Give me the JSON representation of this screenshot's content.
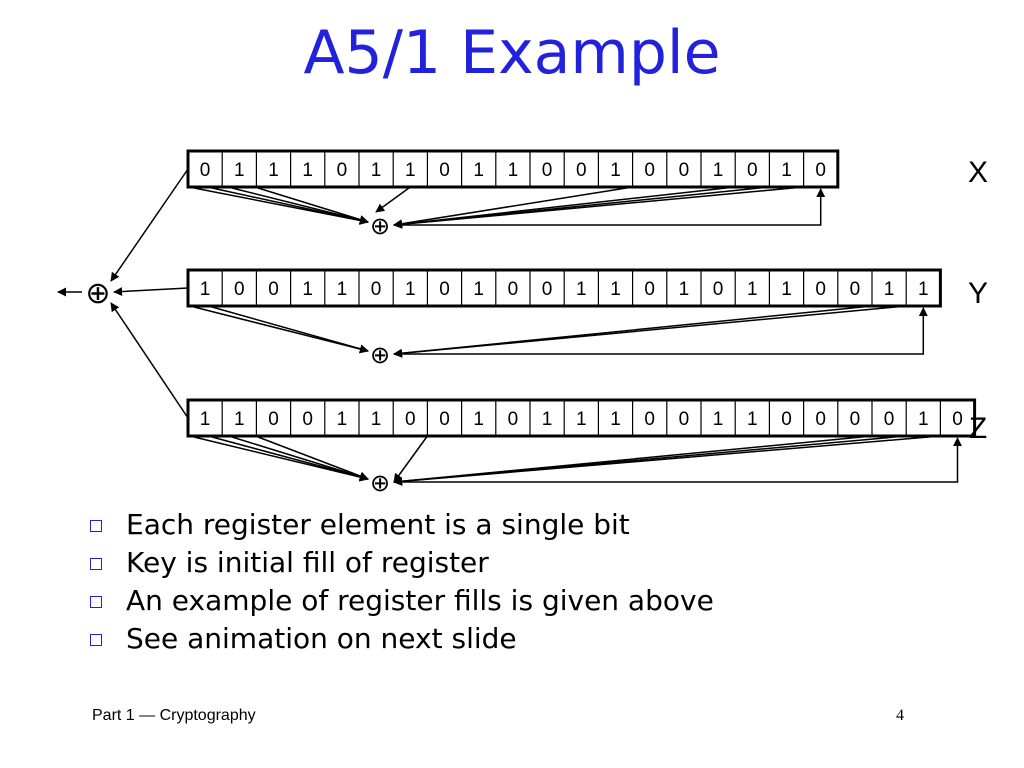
{
  "title": "A5/1 Example",
  "registers": [
    {
      "name": "X",
      "bits": [
        "0",
        "1",
        "1",
        "1",
        "0",
        "1",
        "1",
        "0",
        "1",
        "1",
        "0",
        "0",
        "1",
        "0",
        "0",
        "1",
        "0",
        "1",
        "0"
      ],
      "taps": [
        13,
        16,
        17,
        18
      ],
      "clock_bit": 8
    },
    {
      "name": "Y",
      "bits": [
        "1",
        "0",
        "0",
        "1",
        "1",
        "0",
        "1",
        "0",
        "1",
        "0",
        "0",
        "1",
        "1",
        "0",
        "1",
        "0",
        "1",
        "1",
        "0",
        "0",
        "1",
        "1"
      ],
      "taps": [
        20,
        21
      ],
      "clock_bit": 10
    },
    {
      "name": "Z",
      "bits": [
        "1",
        "1",
        "0",
        "0",
        "1",
        "1",
        "0",
        "0",
        "1",
        "0",
        "1",
        "1",
        "1",
        "0",
        "0",
        "1",
        "1",
        "0",
        "0",
        "0",
        "0",
        "1",
        "0"
      ],
      "taps": [
        7,
        20,
        21,
        22
      ],
      "clock_bit": 10
    }
  ],
  "xor_symbol": "⊕",
  "bullets": [
    "Each register element is a single bit",
    "Key is initial fill of register",
    "An example of register fills is given above",
    "See animation on next slide"
  ],
  "footer": {
    "left": "Part 1 ⎯⎯ Cryptography",
    "page": "4"
  },
  "colors": {
    "title": "#2222dd",
    "bullet": "#2222dd"
  }
}
